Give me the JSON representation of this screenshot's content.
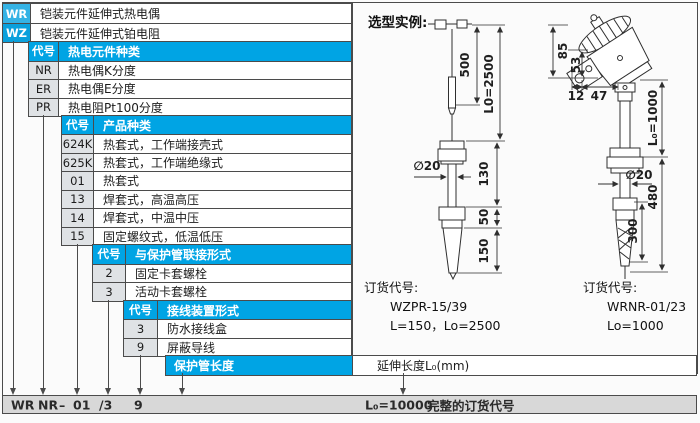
{
  "colors": {
    "header_blue": "#00a4e4",
    "wr_cell_blue": "#35b3e5",
    "wz_cell_blue": "#0aa0dc",
    "code_cell_gray": "#dfe2e5",
    "order_bar_gray": "#d8d8d8",
    "line": "#4b4b4b"
  },
  "levels": [
    {
      "rows": [
        {
          "code": "WR",
          "desc": "铠装元件延伸式热电偶"
        },
        {
          "code": "WZ",
          "desc": "铠装元件延伸式铂电阻"
        }
      ]
    },
    {
      "header": {
        "code": "代号",
        "title": "热电元件种类"
      },
      "rows": [
        {
          "code": "NR",
          "desc": "热电偶K分度"
        },
        {
          "code": "ER",
          "desc": "热电偶E分度"
        },
        {
          "code": "PR",
          "desc": "热电阻Pt100分度"
        }
      ]
    },
    {
      "header": {
        "code": "代号",
        "title": "产品种类"
      },
      "rows": [
        {
          "code": "624K",
          "desc": "热套式，工作端接壳式"
        },
        {
          "code": "625K",
          "desc": "热套式，工作端绝缘式"
        },
        {
          "code": "01",
          "desc": "热套式"
        },
        {
          "code": "13",
          "desc": "焊套式，高温高压"
        },
        {
          "code": "14",
          "desc": "焊套式，中温中压"
        },
        {
          "code": "15",
          "desc": "固定螺纹式，低温低压"
        }
      ]
    },
    {
      "header": {
        "code": "代号",
        "title": "与保护管联接形式"
      },
      "rows": [
        {
          "code": "2",
          "desc": "固定卡套螺栓"
        },
        {
          "code": "3",
          "desc": "活动卡套螺栓"
        }
      ]
    },
    {
      "header": {
        "code": "代号",
        "title": "接线装置形式"
      },
      "rows": [
        {
          "code": "3",
          "desc": "防水接线盒"
        },
        {
          "code": "9",
          "desc": "屏蔽导线"
        }
      ]
    }
  ],
  "length_row": {
    "label": "保护管长度",
    "extension": "延伸长度L₀(mm)"
  },
  "example": {
    "title": "选型实例:",
    "left": {
      "dim_500": "500",
      "dim_l0": "L0=2500",
      "dim_dia": "∅20",
      "dim_130": "130",
      "dim_50": "50",
      "dim_150": "150",
      "order_label": "订货代号:",
      "order_code": "WZPR-15/39",
      "order_len": "L=150，Lo=2500"
    },
    "right": {
      "dim_85": "85",
      "dim_53": "53",
      "dim_12": "12",
      "dim_47": "47",
      "dim_l0": "L₀=1000",
      "dim_dia": "∅20",
      "dim_480": "480",
      "dim_300": "300",
      "order_label": "订货代号:",
      "order_code": "WRNR-01/23",
      "order_len": "Lo=1000"
    }
  },
  "order_bar": {
    "codes": [
      "WR",
      "NR",
      "–",
      "01",
      "/3",
      "9"
    ],
    "length": "L₀=10000",
    "note": "完整的订货代号"
  }
}
